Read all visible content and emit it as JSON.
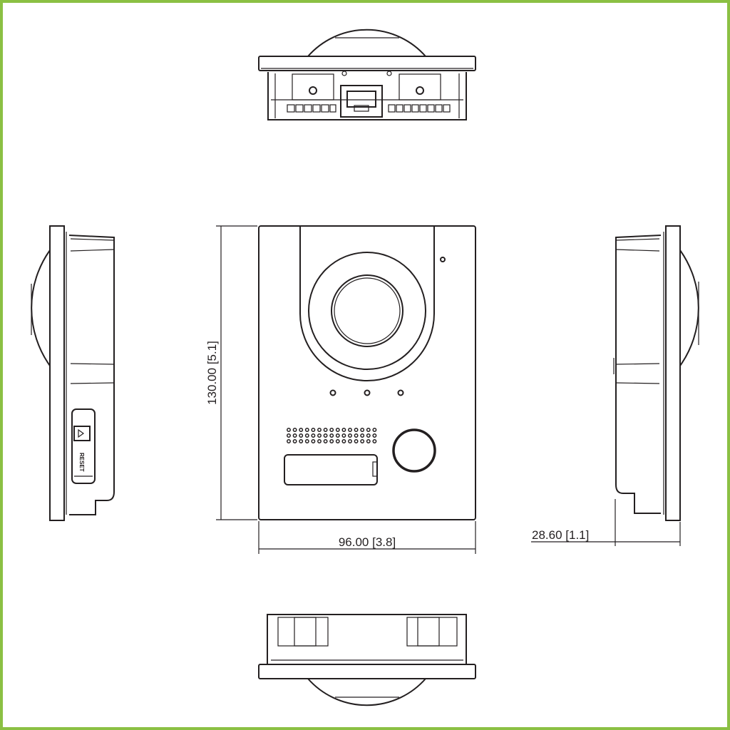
{
  "drawing": {
    "border_color": "#8bc043",
    "line_color": "#231f20",
    "views": {
      "top": "top-view",
      "front": "front-view",
      "left": "left-side-view",
      "right": "right-side-view",
      "bottom": "bottom-view"
    }
  },
  "dimensions": {
    "height": {
      "mm": "130.00",
      "in": "[5.1]",
      "label": "130.00  [5.1]"
    },
    "width": {
      "mm": "96.00",
      "in": "[3.8]",
      "label": "96.00  [3.8]"
    },
    "depth": {
      "mm": "28.60",
      "in": "[1.1]",
      "label": "28.60  [1.1]"
    }
  },
  "front_panel": {
    "led_indicators": 3,
    "speaker_grille": {
      "rows": 3,
      "columns": 15
    },
    "features": [
      "camera-lens",
      "indicator-light",
      "speaker-grille",
      "name-plate",
      "call-button"
    ]
  },
  "side_panel": {
    "slot_label": "RESET"
  }
}
